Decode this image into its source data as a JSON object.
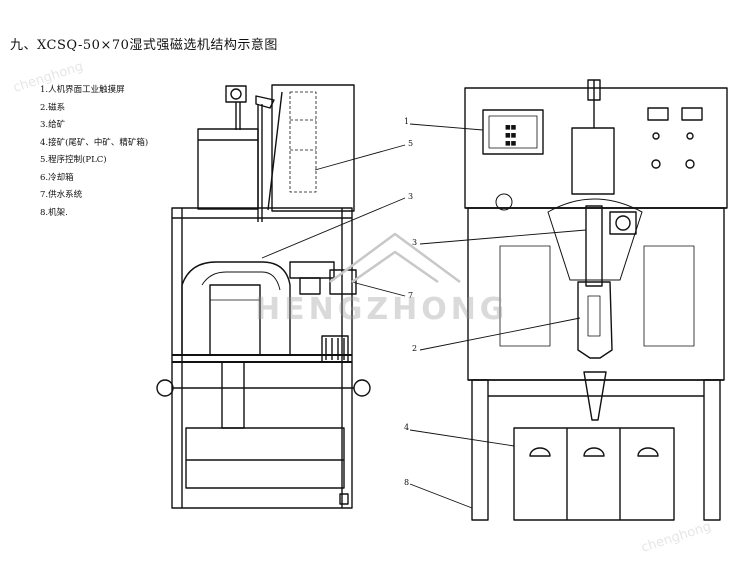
{
  "title": "九、XCSQ-50×70湿式强磁选机结构示意图",
  "legend": [
    "1.人机界面工业触摸屏",
    "2.磁系",
    "3.给矿",
    "4.接矿(尾矿、中矿、精矿箱)",
    "5.程序控制(PLC)",
    "6.冷却箱",
    "7.供水系统",
    "8.机架."
  ],
  "callouts_left": [
    "5",
    "3",
    "7"
  ],
  "callouts_right": [
    "1",
    "3",
    "2",
    "4",
    "8"
  ],
  "panel_buttons": [
    "■■",
    "■■",
    "■■"
  ],
  "watermark": {
    "brand": "HENGZHONG",
    "corner": "chenghong"
  },
  "colors": {
    "ink": "#111111",
    "paper": "#ffffff"
  }
}
